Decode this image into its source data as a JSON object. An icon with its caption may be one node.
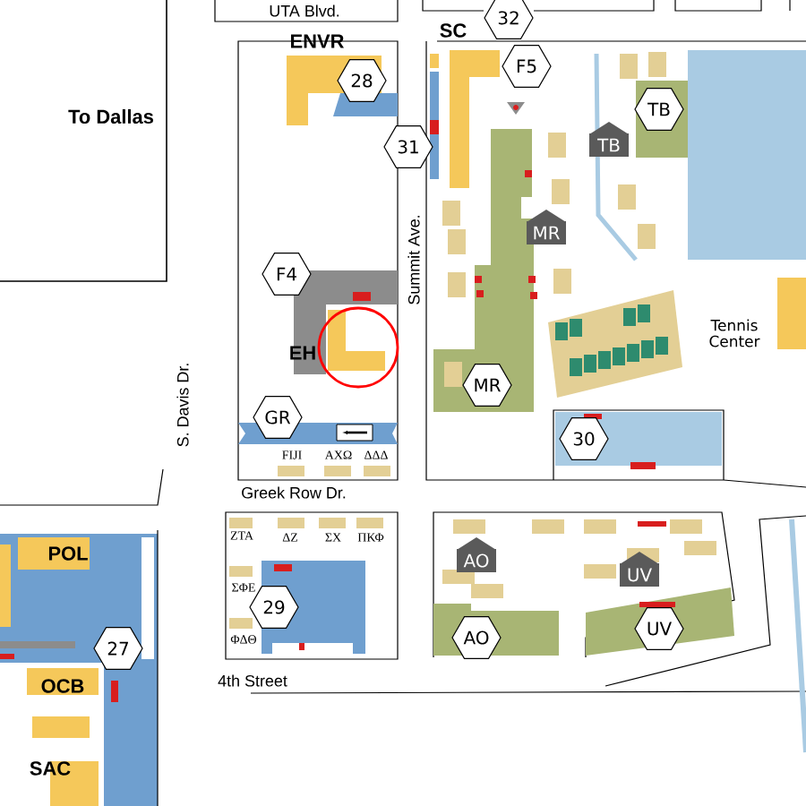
{
  "diagram": {
    "nodes": [
      {
        "text": [
          "32"
        ]
      },
      {
        "text": [
          "28"
        ]
      },
      {
        "text": [
          "F5"
        ]
      },
      {
        "text": [
          "31"
        ]
      },
      {
        "text": [
          "TB"
        ]
      },
      {
        "text": [
          "TB"
        ]
      },
      {
        "text": [
          "MR"
        ]
      },
      {
        "text": [
          "F4"
        ]
      },
      {
        "text": [
          "MR"
        ]
      },
      {
        "text": [
          "GR"
        ]
      },
      {
        "text": [
          "30"
        ]
      },
      {
        "text": [
          "29"
        ]
      },
      {
        "text": [
          "AO"
        ]
      },
      {
        "text": [
          "UV"
        ]
      },
      {
        "text": [
          "27"
        ]
      },
      {
        "text": [
          "AO"
        ]
      },
      {
        "text": [
          "UV"
        ]
      }
    ],
    "labels": [
      "UTA Blvd.",
      "To Dallas",
      "ENVR",
      "SC",
      "Summit Ave.",
      "EH",
      "Tennis Center",
      "S. Davis Dr.",
      "FIJI",
      "ΑΧΩ",
      "ΔΔΔ",
      "Greek Row Dr.",
      "ΖΤΑ",
      "ΔΖ",
      "ΣΧ",
      "ΠΚΦ",
      "POL",
      "ΣΦΕ",
      "ΦΔΘ",
      "OCB",
      "4th Street",
      "SAC"
    ]
  }
}
